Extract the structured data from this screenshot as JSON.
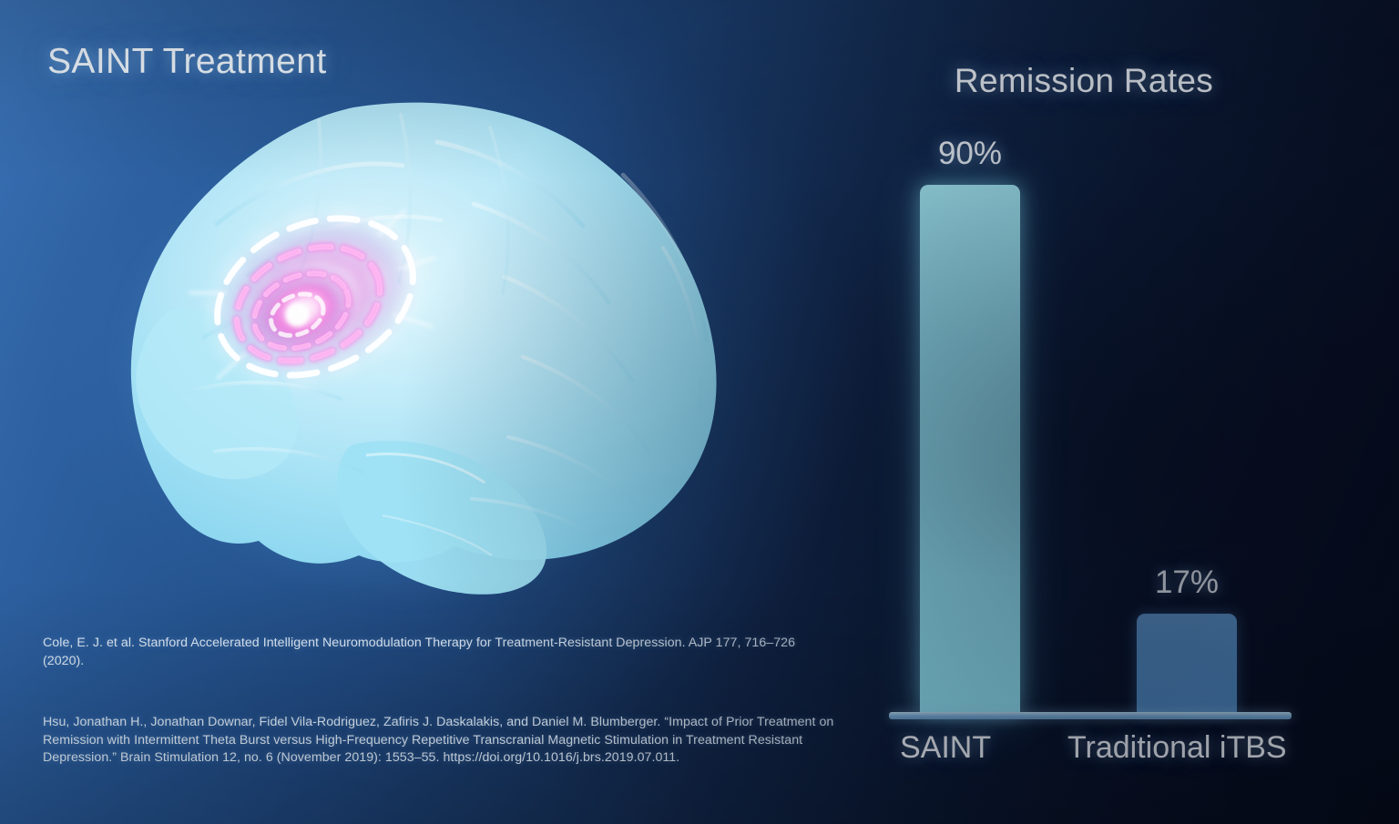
{
  "slide": {
    "title": "SAINT Treatment",
    "background_left": "#3b74b8",
    "background_right": "#050a19"
  },
  "brain": {
    "figure_name": "brain-illustration",
    "brain_color": "#a9e6f7",
    "stimulation_target_color": "#e85fd0",
    "stimulation_glow_color": "#ffffff"
  },
  "citations": [
    "Cole, E. J. et al. Stanford Accelerated Intelligent Neuromodulation Therapy for Treatment-Resistant Depression. AJP 177, 716–726 (2020).",
    "Hsu, Jonathan H., Jonathan Downar, Fidel Vila-Rodriguez, Zafiris J. Daskalakis, and Daniel M. Blumberger. “Impact of Prior Treatment on Remission with Intermittent Theta Burst versus High-Frequency Repetitive Transcranial Magnetic Stimulation in Treatment Resistant Depression.” Brain Stimulation 12, no. 6 (November 2019): 1553–55. https://doi.org/10.1016/j.brs.2019.07.011."
  ],
  "chart_data": {
    "type": "bar",
    "title": "Remission Rates",
    "categories": [
      "SAINT",
      "Traditional iTBS"
    ],
    "values": [
      90,
      17
    ],
    "value_labels": [
      "90%",
      "17%"
    ],
    "unit": "%",
    "xlabel": "",
    "ylabel": "",
    "ylim": [
      0,
      100
    ],
    "grid": false,
    "legend": "none",
    "bar_colors": [
      "#9aeafa",
      "#5490c8"
    ],
    "axis_color": "#8fc0e6"
  }
}
